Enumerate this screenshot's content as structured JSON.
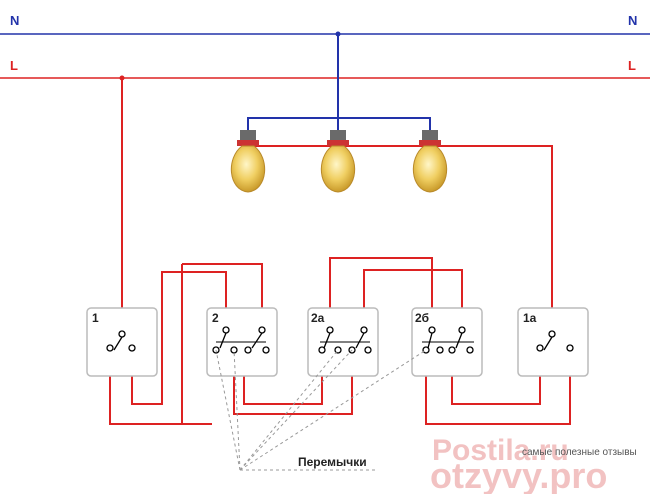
{
  "buses": {
    "neutral_label": "N",
    "phase_label": "L",
    "neutral_color": "#2233aa",
    "phase_color": "#dd2222"
  },
  "switches": [
    {
      "label": "1"
    },
    {
      "label": "2"
    },
    {
      "label": "2а"
    },
    {
      "label": "2б"
    },
    {
      "label": "1а"
    }
  ],
  "lamps": {
    "count": 3,
    "glass_color": "#e9c24a"
  },
  "annotation": {
    "jumpers_label": "Перемычки"
  },
  "watermark": {
    "line1": "Postila.ru",
    "line2": "otzyvy.pro",
    "tagline": "самые полезные отзывы"
  }
}
